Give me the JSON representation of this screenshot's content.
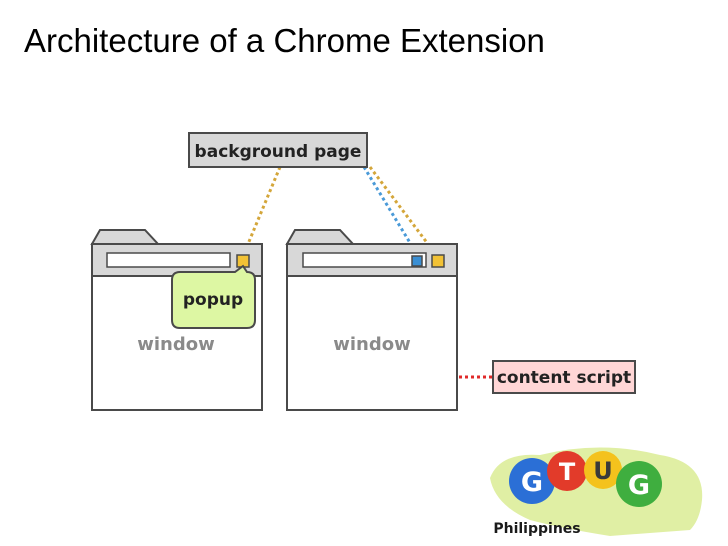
{
  "slide": {
    "title": "Architecture of a Chrome Extension"
  },
  "diagram": {
    "background_page": "background page",
    "popup": "popup",
    "window_left": "window",
    "window_right": "window",
    "content_script": "content script"
  },
  "logo": {
    "letters": [
      "G",
      "T",
      "U",
      "G"
    ],
    "caption": "Philippines"
  },
  "colors": {
    "window_chrome": "#d8d8d8",
    "outline": "#4a4a4a",
    "icon_orange": "#f2c235",
    "icon_blue": "#3a8fd4",
    "popup_fill": "#ddf7a3",
    "content_script_fill": "#ffd6d6",
    "line_orange": "#d4a63a",
    "line_blue": "#4a9ad8",
    "line_red": "#e02a2a"
  }
}
